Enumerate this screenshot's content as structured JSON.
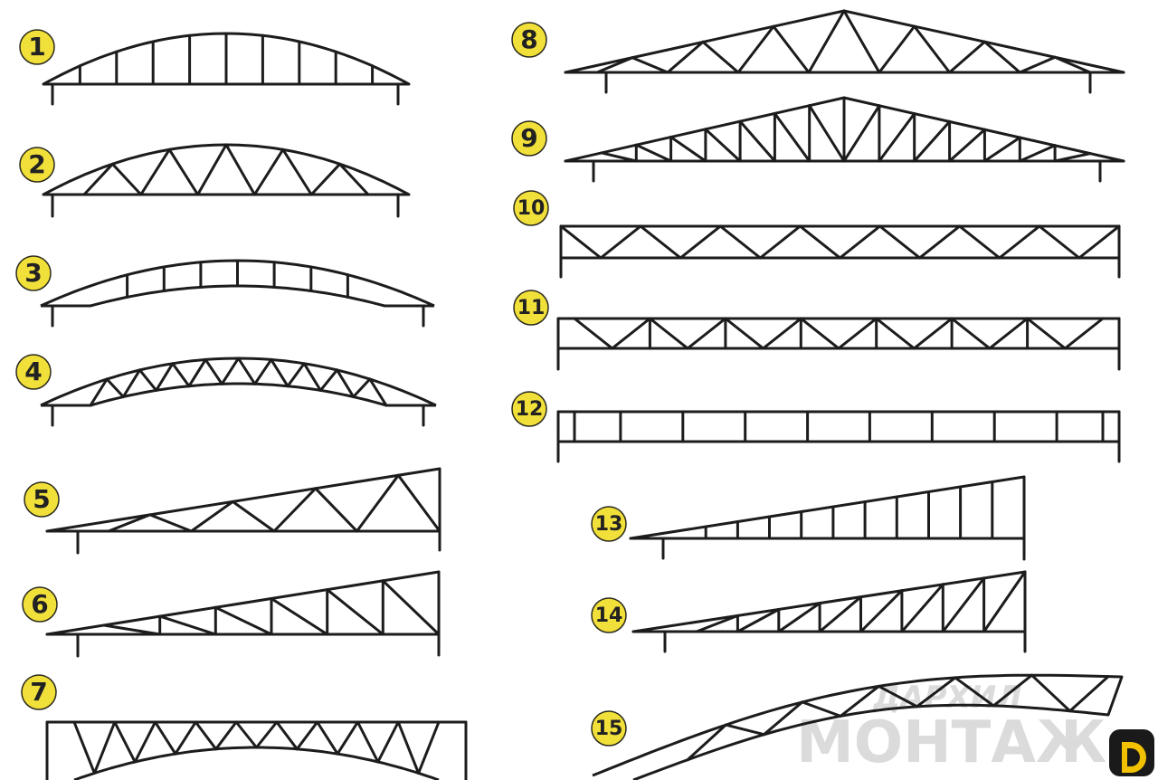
{
  "badge_style": {
    "fill": "#f2e03a",
    "stroke": "#2b2a1d",
    "text": "#222222"
  },
  "line_color": "#1c1c1c",
  "trusses": [
    {
      "id": 1,
      "label": "1",
      "profile": "arch",
      "webbing": "vertical"
    },
    {
      "id": 2,
      "label": "2",
      "profile": "arch",
      "webbing": "zigzag"
    },
    {
      "id": 3,
      "label": "3",
      "profile": "curved-band",
      "webbing": "vertical"
    },
    {
      "id": 4,
      "label": "4",
      "profile": "curved-band",
      "webbing": "zigzag"
    },
    {
      "id": 5,
      "label": "5",
      "profile": "mono-pitch",
      "webbing": "zigzag"
    },
    {
      "id": 6,
      "label": "6",
      "profile": "mono-pitch",
      "webbing": "diagonal-verticals"
    },
    {
      "id": 7,
      "label": "7",
      "profile": "inverted-arch",
      "webbing": "zigzag"
    },
    {
      "id": 8,
      "label": "8",
      "profile": "triangular",
      "webbing": "zigzag"
    },
    {
      "id": 9,
      "label": "9",
      "profile": "triangular",
      "webbing": "diagonal-verticals"
    },
    {
      "id": 10,
      "label": "10",
      "profile": "parallel-chord",
      "webbing": "zigzag"
    },
    {
      "id": 11,
      "label": "11",
      "profile": "parallel-chord",
      "webbing": "diagonal-verticals"
    },
    {
      "id": 12,
      "label": "12",
      "profile": "parallel-chord",
      "webbing": "vertical"
    },
    {
      "id": 13,
      "label": "13",
      "profile": "mono-pitch",
      "webbing": "vertical"
    },
    {
      "id": 14,
      "label": "14",
      "profile": "mono-pitch",
      "webbing": "diagonal-verticals"
    },
    {
      "id": 15,
      "label": "15",
      "profile": "curved-band",
      "webbing": "zigzag"
    }
  ],
  "watermark": {
    "line1": "ДАРХИЛ",
    "line2": "МОНТАЖ",
    "color": "#d8d8d8"
  },
  "corner_logo": {
    "icon": "d-logo-icon",
    "bg": "#1a1a1a",
    "accent": "#f2c200"
  }
}
